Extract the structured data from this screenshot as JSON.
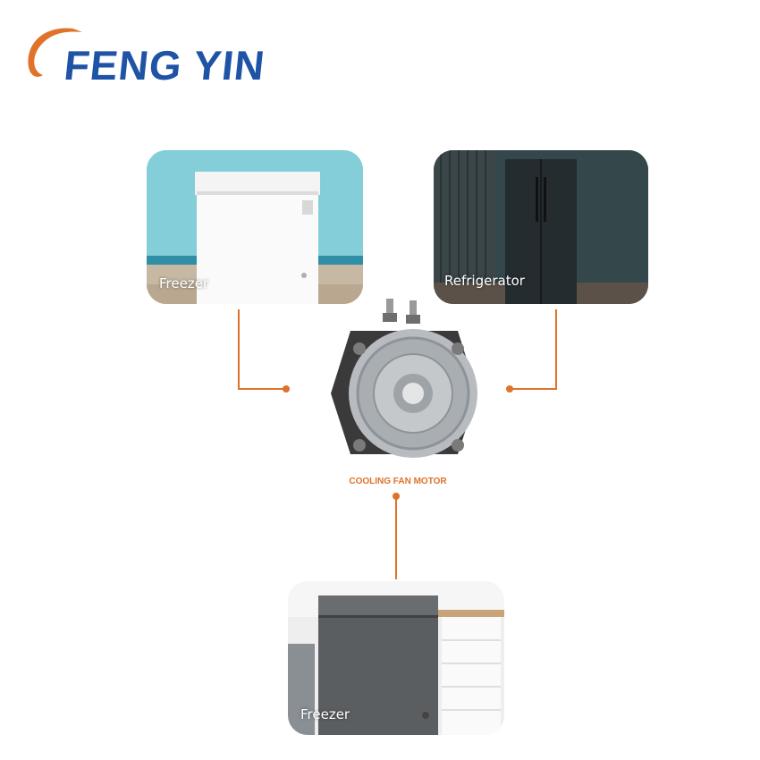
{
  "brand": {
    "name": "FENG YIN",
    "primary_color": "#1f53a6",
    "accent_color": "#e0722a"
  },
  "cards": [
    {
      "label": "Freezer"
    },
    {
      "label": "Refrigerator"
    },
    {
      "label": "Freezer"
    }
  ],
  "center": {
    "label": "COOLING FAN MOTOR",
    "icon": "fan-motor-icon"
  },
  "connector_color": "#e0722a"
}
